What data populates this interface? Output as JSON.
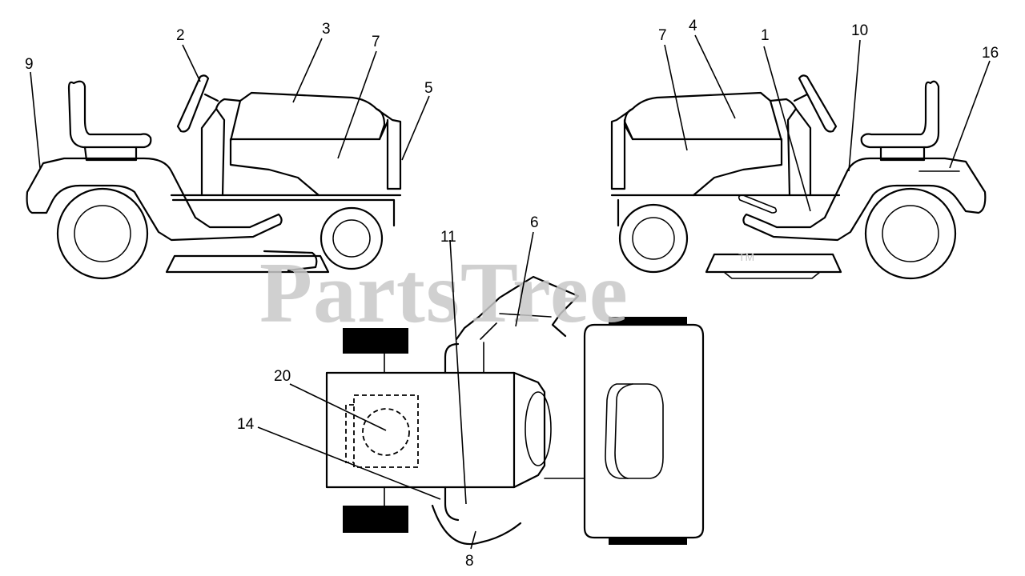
{
  "watermark": {
    "text": "PartsTree",
    "trademark": "TM"
  },
  "callouts": [
    "1",
    "2",
    "3",
    "4",
    "5",
    "6",
    "7",
    "7",
    "8",
    "9",
    "10",
    "11",
    "14",
    "16",
    "20"
  ]
}
